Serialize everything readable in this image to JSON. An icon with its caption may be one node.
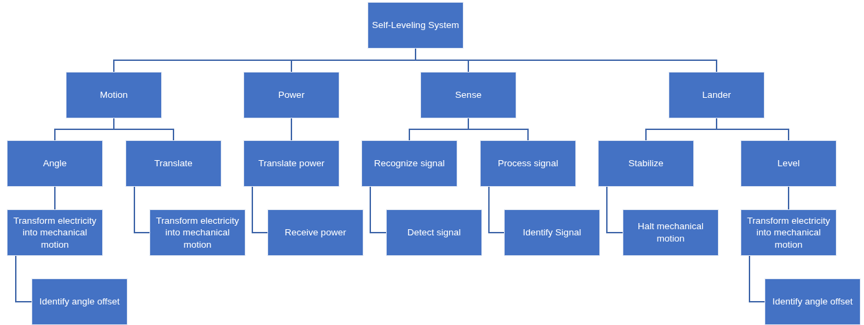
{
  "diagram": {
    "nodes": [
      {
        "text": [
          "Self-Leveling System"
        ]
      },
      {
        "text": [
          "Motion"
        ]
      },
      {
        "text": [
          "Power"
        ]
      },
      {
        "text": [
          "Sense"
        ]
      },
      {
        "text": [
          "Lander"
        ]
      },
      {
        "text": [
          "Angle"
        ]
      },
      {
        "text": [
          "Translate"
        ]
      },
      {
        "text": [
          "Translate power"
        ]
      },
      {
        "text": [
          "Recognize signal"
        ]
      },
      {
        "text": [
          "Process signal"
        ]
      },
      {
        "text": [
          "Stabilize"
        ]
      },
      {
        "text": [
          "Level"
        ]
      },
      {
        "text": [
          "Transform electricity into mechanical motion"
        ]
      },
      {
        "text": [
          "Transform electricity into mechanical motion"
        ]
      },
      {
        "text": [
          "Receive power"
        ]
      },
      {
        "text": [
          "Detect signal"
        ]
      },
      {
        "text": [
          "Identify Signal"
        ]
      },
      {
        "text": [
          "Halt mechanical motion"
        ]
      },
      {
        "text": [
          "Transform electricity into mechanical motion"
        ]
      },
      {
        "text": [
          "Identify angle offset"
        ]
      },
      {
        "text": [
          "Identify angle offset"
        ]
      }
    ],
    "edges": [
      {
        "from": 0,
        "to": 1,
        "arrow": "none"
      },
      {
        "from": 0,
        "to": 2,
        "arrow": "none"
      },
      {
        "from": 0,
        "to": 3,
        "arrow": "none"
      },
      {
        "from": 0,
        "to": 4,
        "arrow": "none"
      },
      {
        "from": 1,
        "to": 5,
        "arrow": "none"
      },
      {
        "from": 1,
        "to": 6,
        "arrow": "none"
      },
      {
        "from": 2,
        "to": 7,
        "arrow": "none"
      },
      {
        "from": 3,
        "to": 8,
        "arrow": "none"
      },
      {
        "from": 3,
        "to": 9,
        "arrow": "none"
      },
      {
        "from": 4,
        "to": 10,
        "arrow": "none"
      },
      {
        "from": 4,
        "to": 11,
        "arrow": "none"
      },
      {
        "from": 5,
        "to": 12,
        "arrow": "none"
      },
      {
        "from": 6,
        "to": 13,
        "arrow": "none"
      },
      {
        "from": 7,
        "to": 14,
        "arrow": "none"
      },
      {
        "from": 8,
        "to": 15,
        "arrow": "none"
      },
      {
        "from": 9,
        "to": 16,
        "arrow": "none"
      },
      {
        "from": 10,
        "to": 17,
        "arrow": "none"
      },
      {
        "from": 11,
        "to": 18,
        "arrow": "none"
      },
      {
        "from": 12,
        "to": 19,
        "arrow": "none"
      },
      {
        "from": 18,
        "to": 20,
        "arrow": "none"
      }
    ]
  }
}
